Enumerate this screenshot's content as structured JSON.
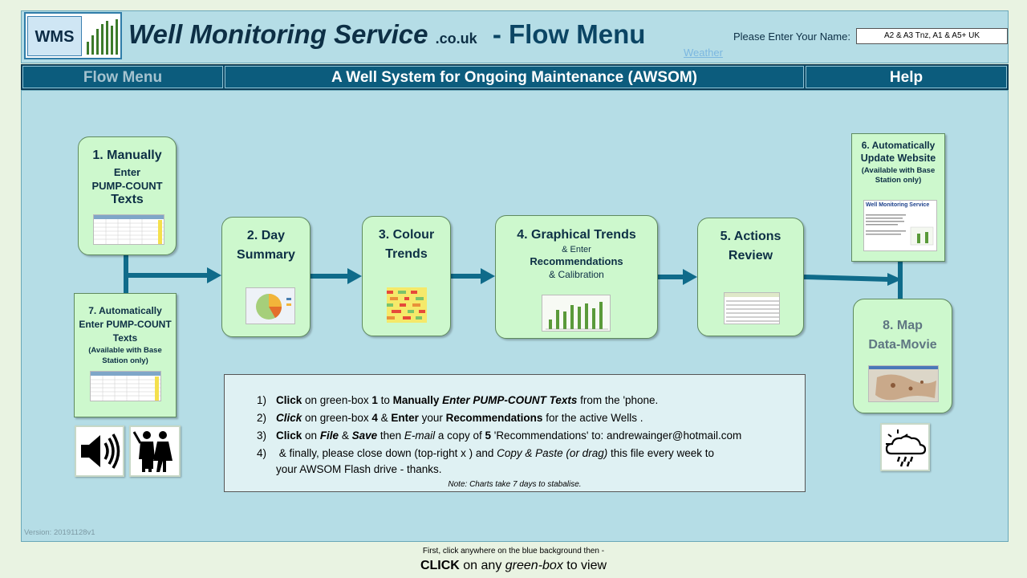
{
  "header": {
    "logo_text": "WMS",
    "title_main": "Well Monitoring Service",
    "title_domain": ".co.uk",
    "title_suffix": "- Flow Menu",
    "name_label": "Please Enter Your Name:",
    "name_value": "A2 & A3 Tnz, A1 & A5+ UK",
    "weather_link": "Weather"
  },
  "nav": {
    "flow_menu": "Flow Menu",
    "awsom": "A Well System for Ongoing Maintenance  (AWSOM)",
    "help": "Help"
  },
  "boxes": {
    "b1": {
      "l1": "1. Manually",
      "l2": "Enter",
      "l3": "PUMP-COUNT",
      "l4": "Texts"
    },
    "b2": {
      "l1": "2. Day",
      "l2": "Summary"
    },
    "b3": {
      "l1": "3. Colour",
      "l2": "Trends"
    },
    "b4": {
      "l1": "4. Graphical Trends",
      "l2": "& Enter",
      "l3": "Recommendations",
      "l4": "& Calibration"
    },
    "b5": {
      "l1": "5. Actions",
      "l2": "Review"
    },
    "b6": {
      "l1": "6. Automatically",
      "l2": "Update Website",
      "l3": "(Available with Base",
      "l4": "Station only)",
      "thumb_title": "Well Monitoring Service"
    },
    "b7": {
      "l1": "7. Automatically",
      "l2": "Enter PUMP-COUNT",
      "l3": "Texts",
      "l4": "(Available with Base",
      "l5": "Station only)"
    },
    "b8": {
      "l1": "8. Map",
      "l2": "Data-Movie"
    }
  },
  "instructions": {
    "i1": {
      "num": "1)",
      "a": "Click",
      "b": " on green-box ",
      "c": "1",
      "d": " to ",
      "e": "Manually ",
      "f": "Enter PUMP-COUNT Texts",
      "g": "  from the 'phone."
    },
    "i2": {
      "num": "2)",
      "a": "Click",
      "b": "  on  green-box ",
      "c": "4",
      "d": " & ",
      "e": "Enter",
      "f": " your ",
      "g": "Recommendations",
      "h": " for the active Wells ."
    },
    "i3": {
      "num": "3)",
      "a": "Click",
      "b": " on ",
      "c": "File",
      "d": "  & ",
      "e": "Save",
      "f": "  then ",
      "g": "E-mail",
      "h": "  a copy of ",
      "i": "5",
      "j": "  'Recommendations' to:  andrewainger@hotmail.com"
    },
    "i4": {
      "num": "4)",
      "a": " & finally,  please close down (top-right x )  and  ",
      "b": "Copy & Paste (or drag)",
      "c": "  this file every week to"
    },
    "i5": {
      "a": "your AWSOM Flash drive - thanks."
    },
    "note": "Note: Charts take 7 days to stabalise."
  },
  "icons": {
    "speaker": "speaker-icon",
    "people": "people-icon",
    "weather": "cloud-rain-sun-icon"
  },
  "version": "Version: 20191128v1",
  "footer": {
    "line1": "First, click anywhere on the blue background then -",
    "click": "CLICK",
    "mid": " on any ",
    "greenbox": "green-box",
    "end": " to view"
  },
  "colors": {
    "panel": "#b5dde6",
    "navbar": "#0c5c7d",
    "greenbox": "#cdf8cd",
    "arrow": "#0f6b8a"
  }
}
